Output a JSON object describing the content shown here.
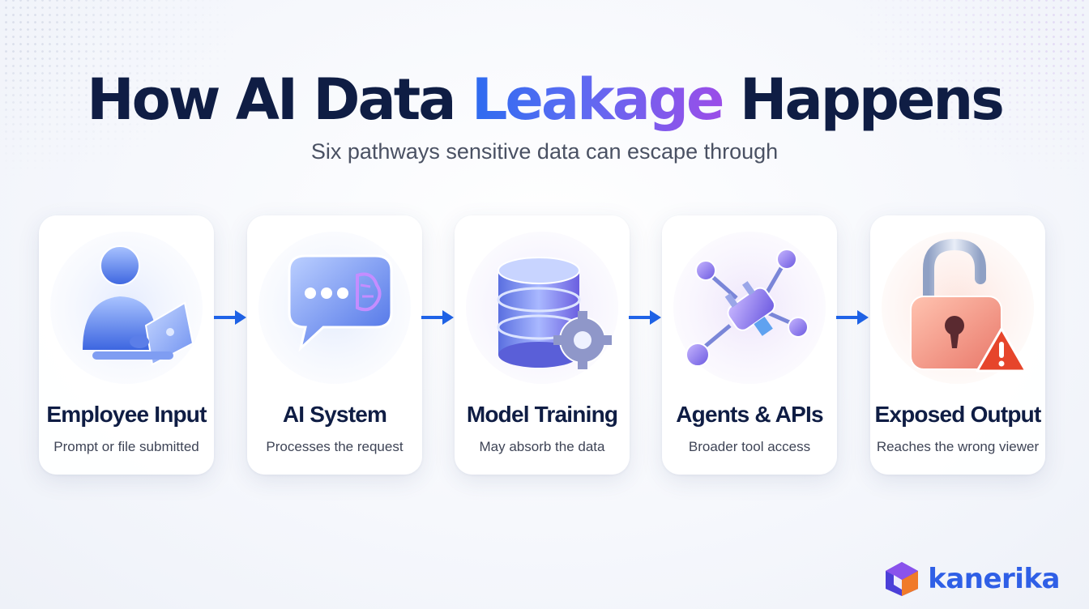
{
  "header": {
    "title_part1": "How AI Data ",
    "title_accent": "Leakage",
    "title_part2": " Happens",
    "subtitle": "Six pathways sensitive data can escape through"
  },
  "steps": [
    {
      "title": "Employee Input",
      "description": "Prompt or file submitted",
      "icon": "person-laptop-icon"
    },
    {
      "title": "AI System",
      "description": "Processes the request",
      "icon": "chat-brain-icon"
    },
    {
      "title": "Model Training",
      "description": "May absorb the data",
      "icon": "database-gear-icon"
    },
    {
      "title": "Agents & APIs",
      "description": "Broader tool access",
      "icon": "plug-network-icon"
    },
    {
      "title": "Exposed Output",
      "description": "Reaches the wrong viewer",
      "icon": "unlocked-padlock-warning-icon"
    }
  ],
  "brand": {
    "name": "kanerika",
    "logo_icon": "cube-icon"
  },
  "colors": {
    "navy": "#0f1d44",
    "accent_blue": "#2d6bf0",
    "accent_purple": "#9b4de8",
    "arrow": "#1f63e8",
    "warning": "#e6452b"
  }
}
